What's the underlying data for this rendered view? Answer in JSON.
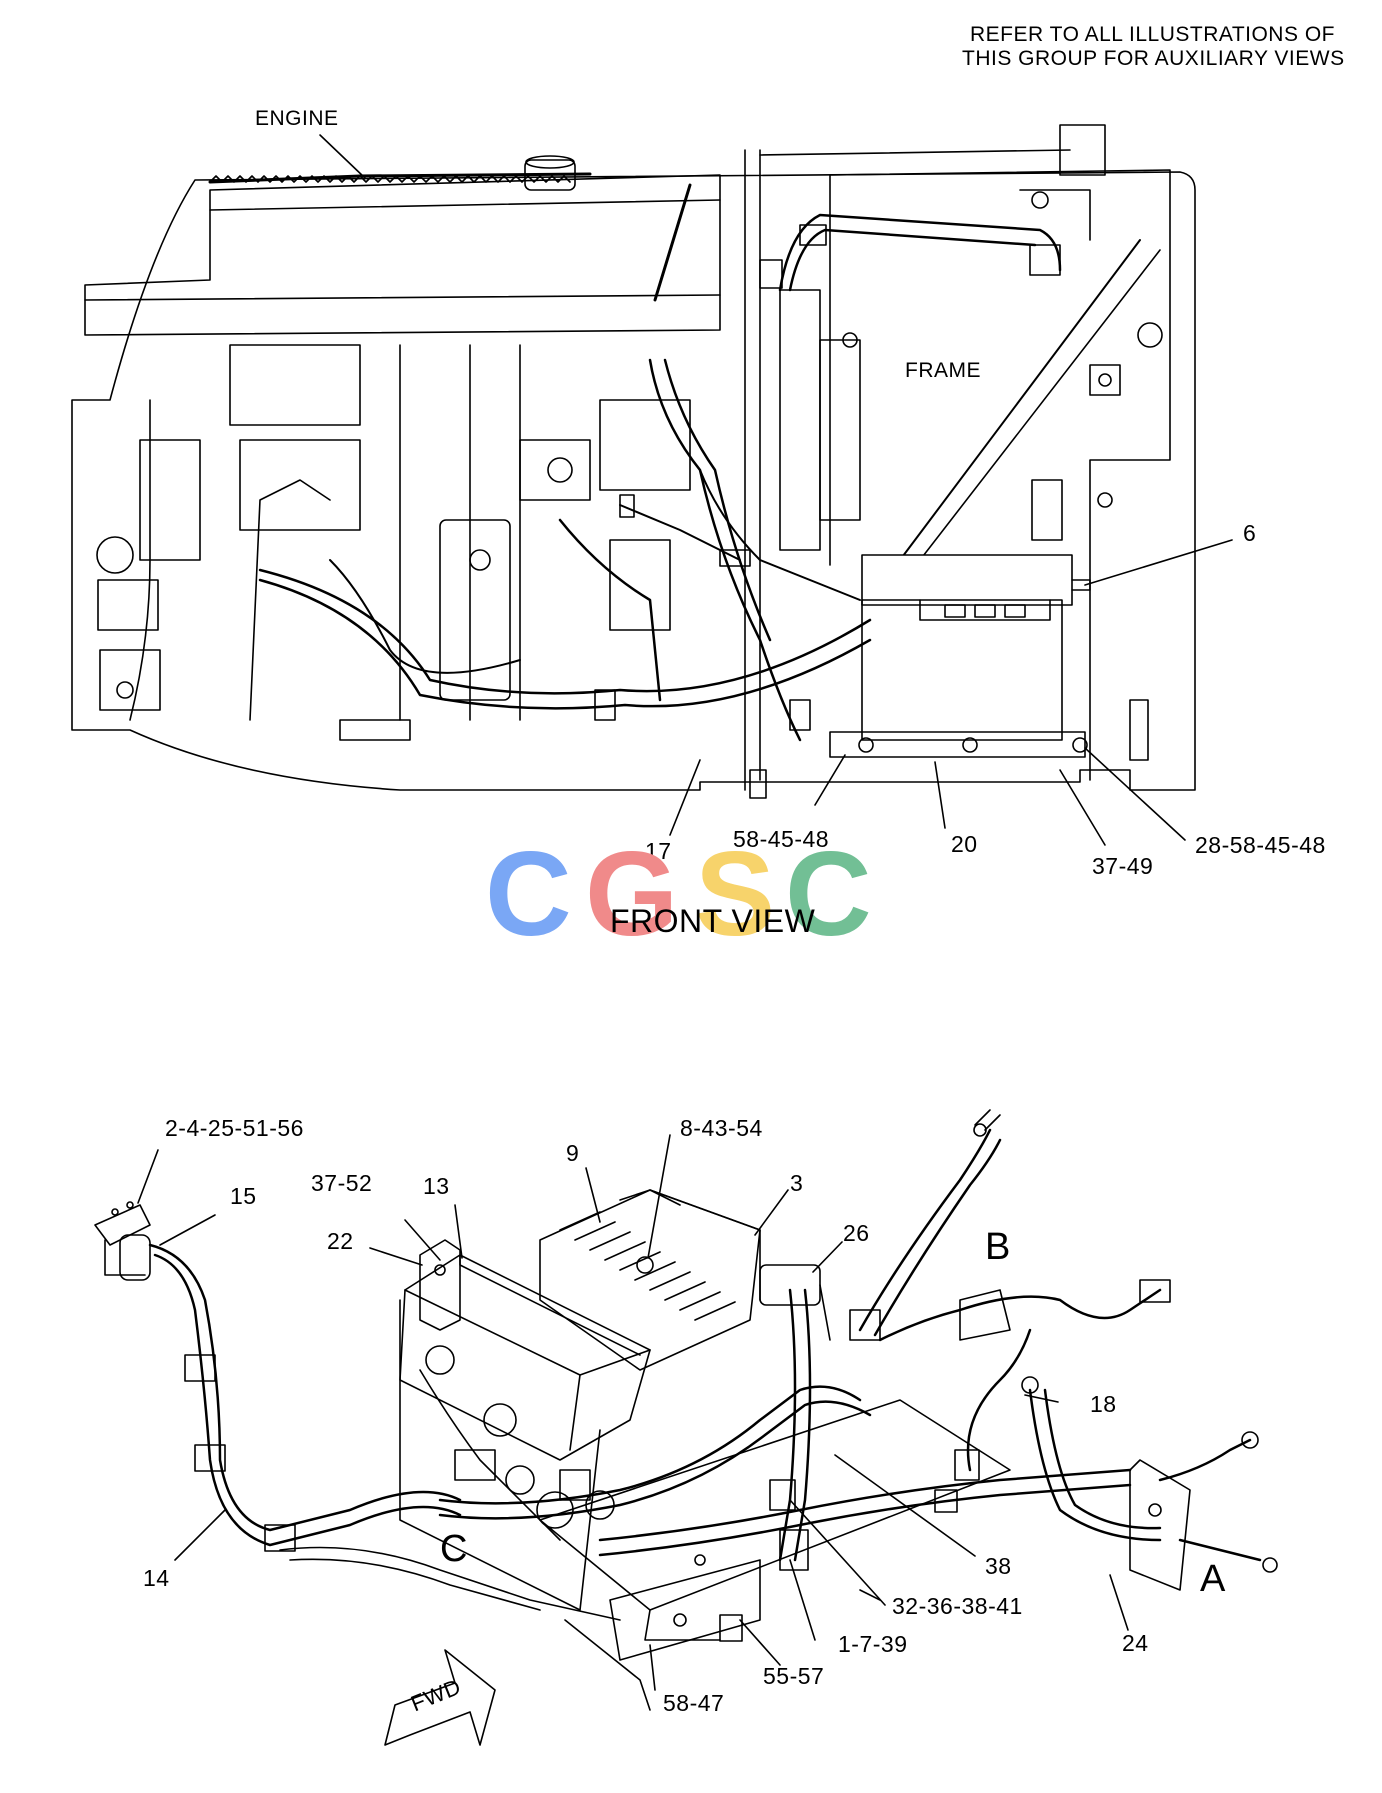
{
  "header_note": {
    "line1": "REFER TO ALL ILLUSTRATIONS OF",
    "line2": "THIS GROUP FOR AUXILIARY VIEWS"
  },
  "front_view": {
    "title": "FRONT VIEW",
    "engine_label": "ENGINE",
    "frame_label": "FRAME",
    "callouts": {
      "c6": "6",
      "c17": "17",
      "c58_45_48": "58-45-48",
      "c20": "20",
      "c37_49": "37-49",
      "c28_58_45_48": "28-58-45-48"
    }
  },
  "iso_view": {
    "callouts": {
      "c2_4_25_51_56": "2-4-25-51-56",
      "c15": "15",
      "c37_52": "37-52",
      "c13": "13",
      "c22": "22",
      "c9": "9",
      "c8_43_54": "8-43-54",
      "c3": "3",
      "c26": "26",
      "c18": "18",
      "c38": "38",
      "c32_36_38_41": "32-36-38-41",
      "c1_7_39": "1-7-39",
      "c55_57": "55-57",
      "c58_47": "58-47",
      "c24": "24",
      "c14": "14"
    },
    "view_letters": {
      "a": "A",
      "b": "B",
      "c": "C"
    },
    "fwd_arrow": "FWD"
  },
  "watermark": {
    "text": "CGSC",
    "colors": [
      "#7aa7f5",
      "#f08a8a",
      "#f7d36b",
      "#72bf95"
    ]
  }
}
